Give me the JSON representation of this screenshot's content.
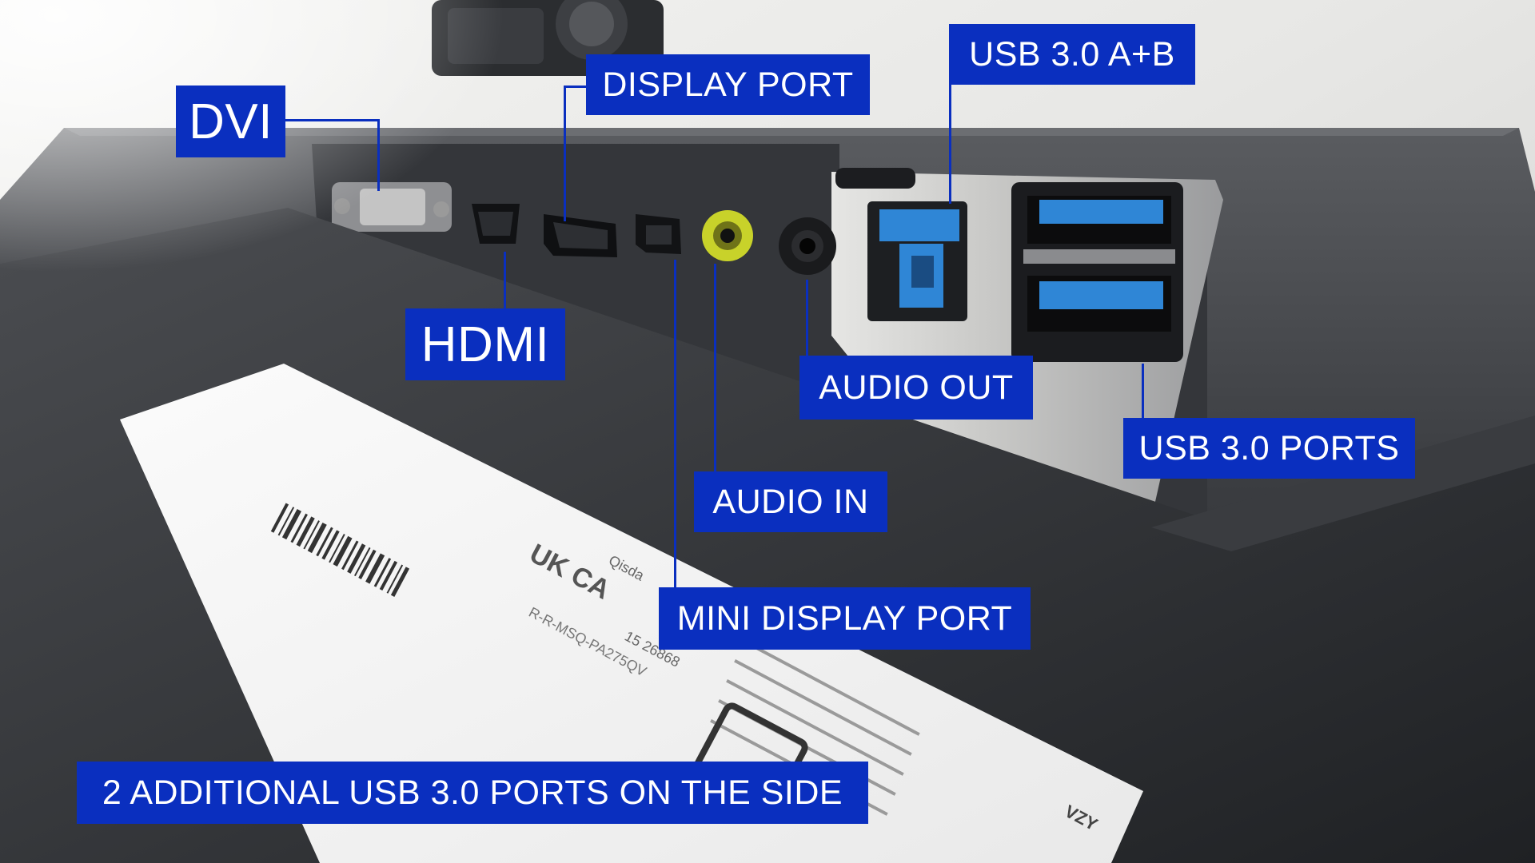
{
  "labels": {
    "dvi": "DVI",
    "hdmi": "HDMI",
    "display_port": "DISPLAY PORT",
    "mini_display_port": "MINI DISPLAY PORT",
    "audio_in": "AUDIO IN",
    "audio_out": "AUDIO OUT",
    "usb_a_b": "USB 3.0 A+B",
    "usb_ports": "USB 3.0 PORTS",
    "side_note": "2 ADDITIONAL USB 3.0 PORTS ON THE SIDE"
  },
  "photo_text": {
    "marks": "UK CA",
    "cert": "Qisda",
    "model_fragment": "R-R-MSQ-PA275QV",
    "number_fragment": "15 26868",
    "code": "VZY"
  },
  "colors": {
    "callout_bg": "#0a2fbf",
    "callout_text": "#ffffff",
    "usb_blue": "#2f86d6",
    "audio_in_ring": "#c8d22a"
  }
}
